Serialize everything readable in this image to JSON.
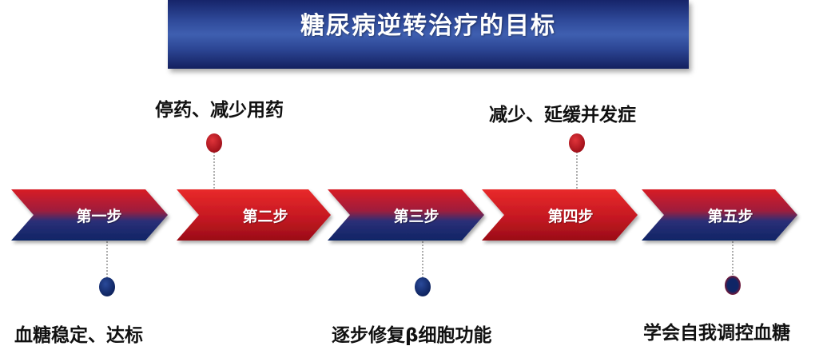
{
  "title": "糖尿病逆转治疗的目标",
  "steps": [
    {
      "label": "第一步",
      "goal": "血糖稳定、达标",
      "goal_position": "below",
      "dot_color": "#0d2a6b"
    },
    {
      "label": "第二步",
      "goal": "停药、减少用药",
      "goal_position": "above",
      "dot_color": "#b5101a"
    },
    {
      "label": "第三步",
      "goal": "逐步修复β细胞功能",
      "goal_position": "below",
      "dot_color": "#0d2a6b"
    },
    {
      "label": "第四步",
      "goal": "减少、延缓并发症",
      "goal_position": "above",
      "dot_color": "#b5101a"
    },
    {
      "label": "第五步",
      "goal": "学会自我调控血糖",
      "goal_position": "below",
      "dot_color": "#0d2a6b"
    }
  ],
  "colors": {
    "red": "#d81e25",
    "navy": "#13286e",
    "banner": "#2f4a9a"
  }
}
